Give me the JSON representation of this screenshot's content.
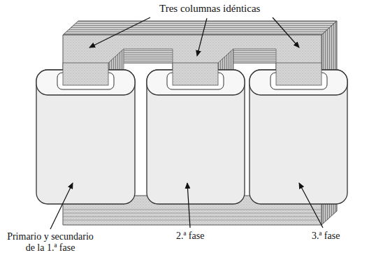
{
  "diagram": {
    "labels": [
      "Tres columnas idénticas",
      "Primario y secundario de la 1.ª fase",
      "2.ª fase",
      "3.ª fase"
    ]
  }
}
